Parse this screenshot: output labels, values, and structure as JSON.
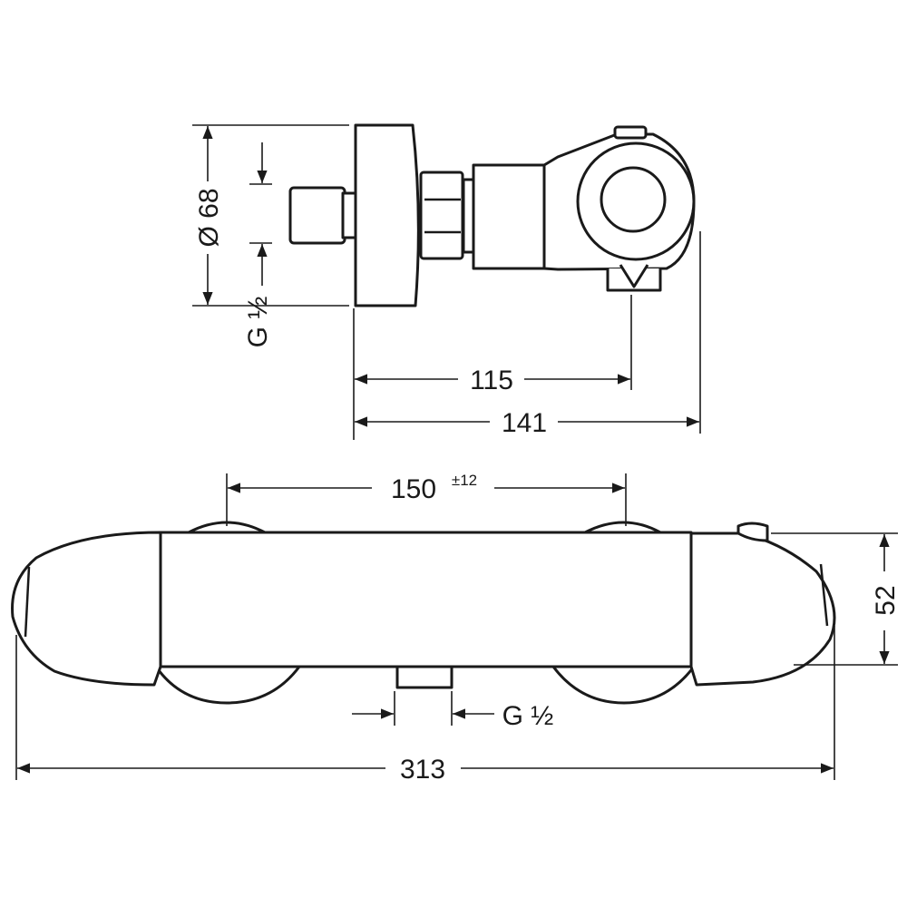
{
  "side_view": {
    "diameter_label": "Ø 68",
    "inlet_label": "G ½",
    "depth_to_outlet_label": "115",
    "total_depth_label": "141"
  },
  "front_view": {
    "center_distance_label": "150",
    "center_distance_tolerance": "±12",
    "outlet_label": "G ½",
    "height_label": "52",
    "total_width_label": "313"
  }
}
